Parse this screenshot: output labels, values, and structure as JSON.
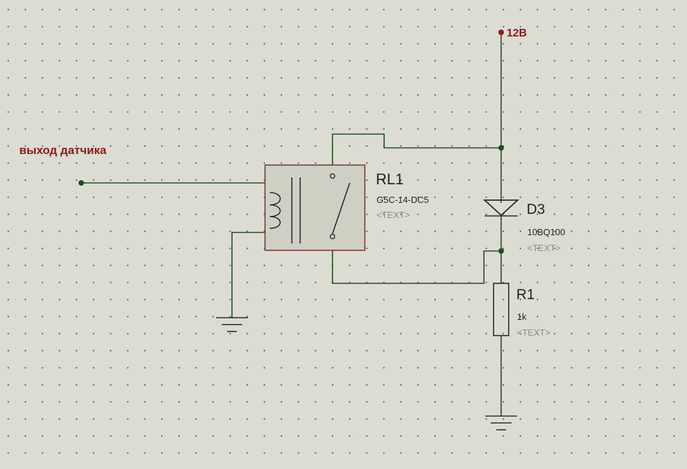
{
  "labels": {
    "power": "12В",
    "sensor_output": "выход датчика"
  },
  "relay": {
    "designator": "RL1",
    "value": "G5C-14-DC5",
    "text": "<TEXT>"
  },
  "diode": {
    "designator": "D3",
    "value": "10BQ100",
    "text": "<TEXT>"
  },
  "resistor": {
    "designator": "R1",
    "value": "1k",
    "text": "<TEXT>"
  },
  "colors": {
    "background": "#dcdcd2",
    "grid_dot": "#5a5a5a",
    "wire": "#1f4d1f",
    "component_outline": "#2a2a2a",
    "relay_body": "#cfcfc4",
    "label_red": "#8b1a1a"
  }
}
